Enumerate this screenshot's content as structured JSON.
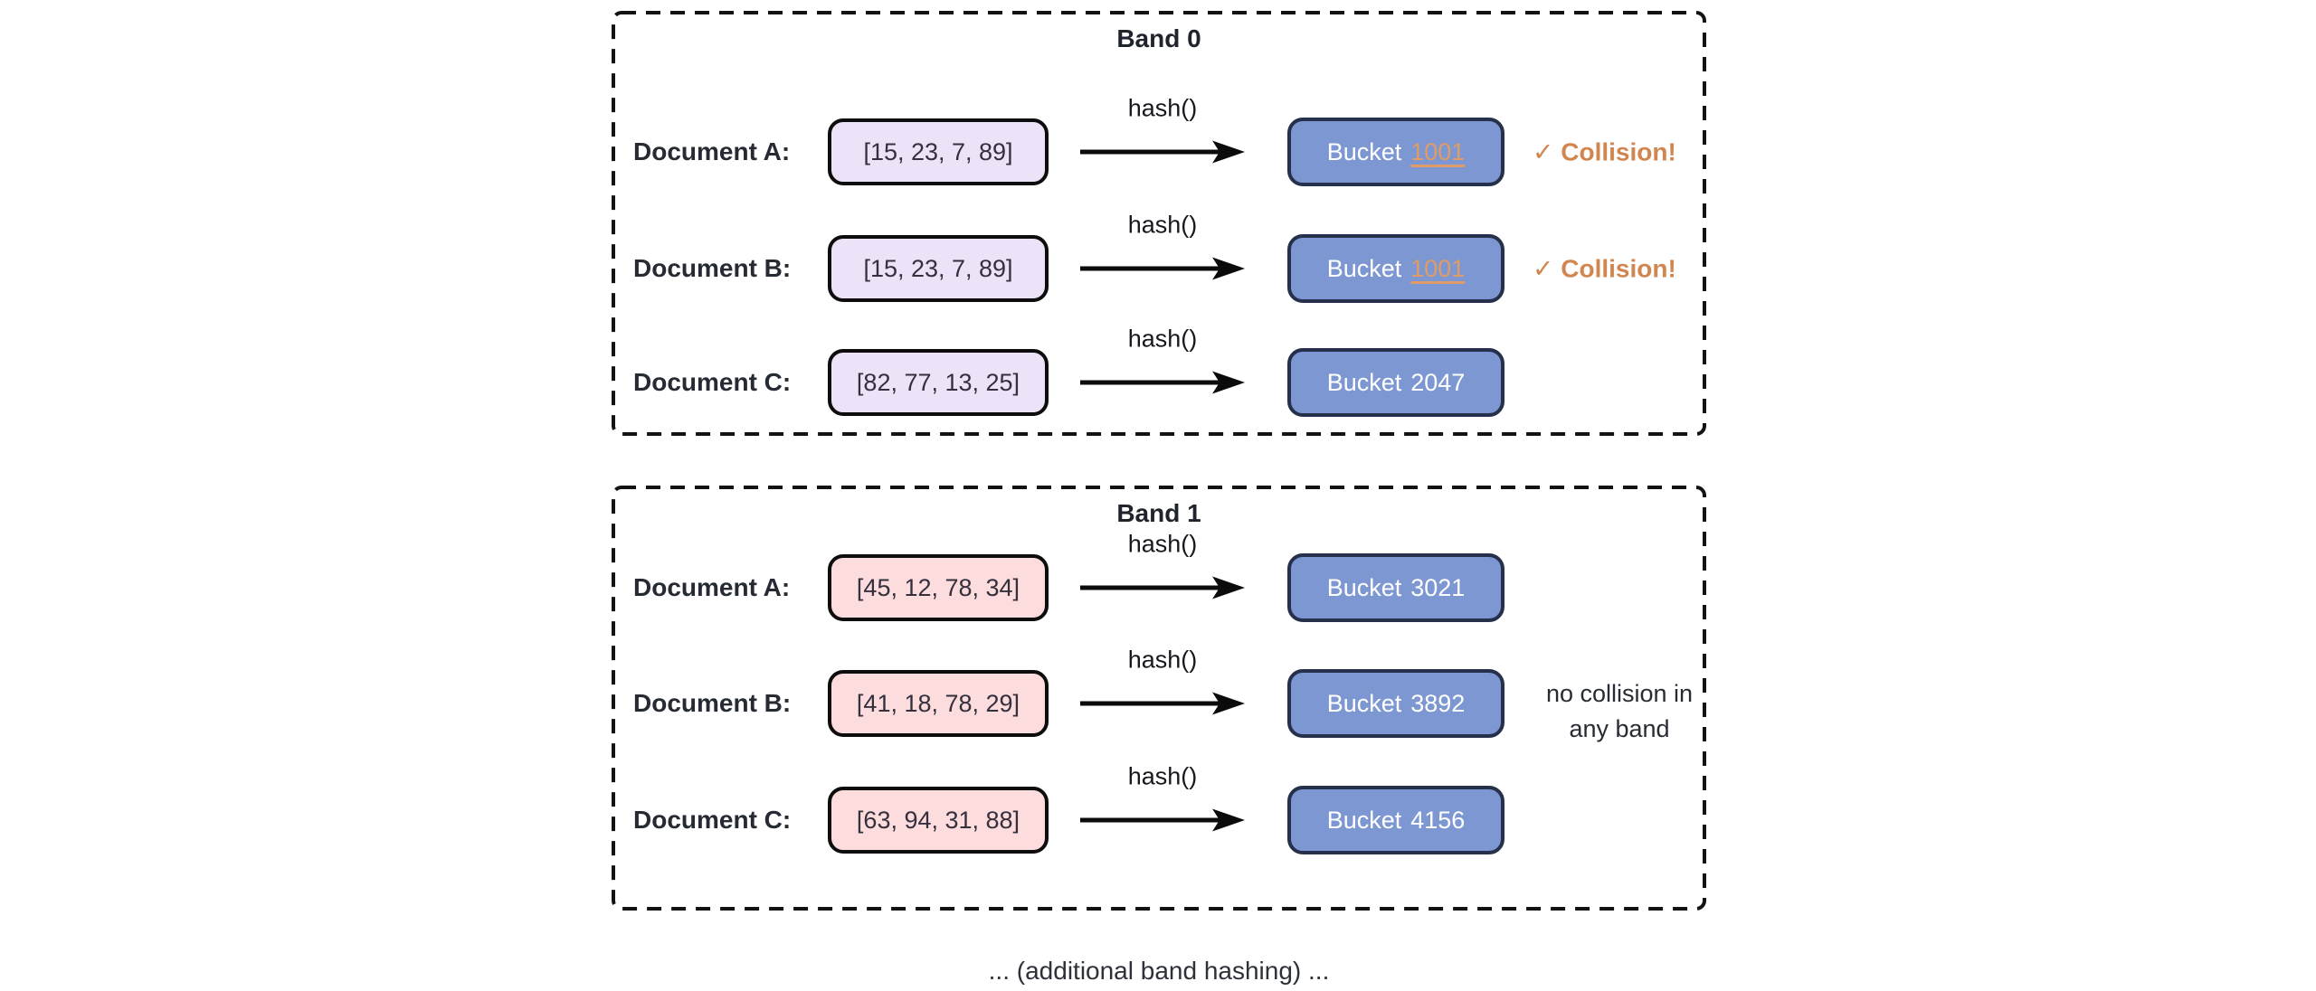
{
  "bands": [
    {
      "title": "Band 0",
      "rows": [
        {
          "doc": "Document A:",
          "minhash": "[15, 23, 7, 89]",
          "hash_label": "hash()",
          "bucket_prefix": "Bucket",
          "bucket_number": "1001",
          "collision": "✓ Collision!"
        },
        {
          "doc": "Document B:",
          "minhash": "[15, 23, 7, 89]",
          "hash_label": "hash()",
          "bucket_prefix": "Bucket",
          "bucket_number": "1001",
          "collision": "✓ Collision!"
        },
        {
          "doc": "Document C:",
          "minhash": "[82, 77, 13, 25]",
          "hash_label": "hash()",
          "bucket_prefix": "Bucket",
          "bucket_number": "2047"
        }
      ]
    },
    {
      "title": "Band 1",
      "rows": [
        {
          "doc": "Document A:",
          "minhash": "[45, 12, 78, 34]",
          "hash_label": "hash()",
          "bucket_prefix": "Bucket",
          "bucket_number": "3021"
        },
        {
          "doc": "Document B:",
          "minhash": "[41, 18, 78, 29]",
          "hash_label": "hash()",
          "bucket_prefix": "Bucket",
          "bucket_number": "3892"
        },
        {
          "doc": "Document C:",
          "minhash": "[63, 94, 31, 88]",
          "hash_label": "hash()",
          "bucket_prefix": "Bucket",
          "bucket_number": "4156"
        }
      ],
      "note": "no collision in\nany band"
    }
  ],
  "footer": "... (additional band hashing) ...",
  "colors": {
    "bucket_fill": "#7d97d2",
    "bucket_border": "#27304a",
    "bucket_text": "#ffffff",
    "bucket_number_highlight": "#df9c66",
    "minhash_band0_fill": "#ece3f8",
    "minhash_band1_fill": "#fcdcdc",
    "minhash_border": "#0d0d0d",
    "collision_orange": "#d2864f",
    "dashed_border": "#131313"
  }
}
